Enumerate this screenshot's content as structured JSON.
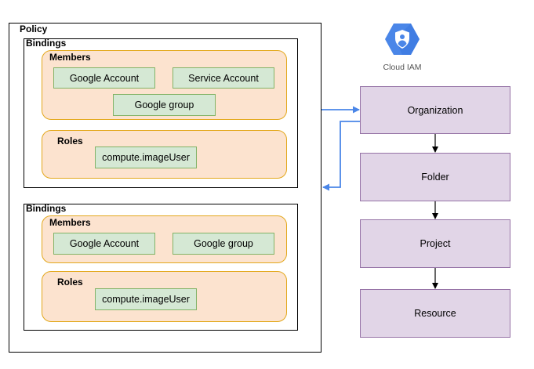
{
  "policy": {
    "title": "Policy",
    "bindings": [
      {
        "title": "Bindings",
        "members_title": "Members",
        "members": [
          "Google Account",
          "Service Account",
          "Google group"
        ],
        "roles_title": "Roles",
        "roles": [
          "compute.imageUser"
        ]
      },
      {
        "title": "Bindings",
        "members_title": "Members",
        "members": [
          "Google Account",
          "Google group"
        ],
        "roles_title": "Roles",
        "roles": [
          "compute.imageUser"
        ]
      }
    ]
  },
  "cloud_iam": {
    "label": "Cloud IAM",
    "icon": "cloud-iam-hexagon-shield-icon",
    "color": "#4a86e8"
  },
  "hierarchy": [
    "Organization",
    "Folder",
    "Project",
    "Resource"
  ],
  "colors": {
    "orange_fill": "#fce3cf",
    "orange_stroke": "#e3a81c",
    "green_fill": "#d5e8d4",
    "green_stroke": "#82b366",
    "purple_fill": "#e1d5e7",
    "purple_stroke": "#9673a6",
    "arrow_blue": "#4a86e8"
  }
}
